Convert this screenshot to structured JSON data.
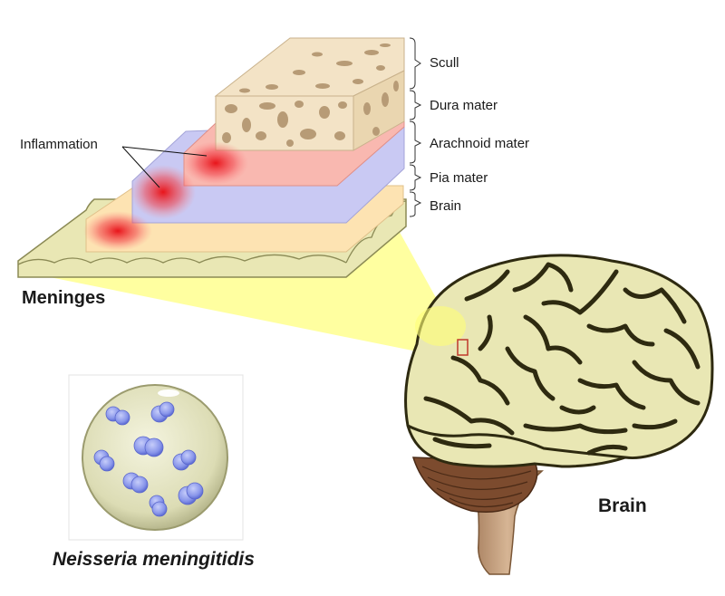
{
  "labels": {
    "layers": [
      "Scull",
      "Dura mater",
      "Arachnoid mater",
      "Pia mater",
      "Brain"
    ],
    "inflammation": "Inflammation",
    "meninges": "Meninges",
    "brain": "Brain",
    "bacterium": "Neisseria meningitidis"
  },
  "colors": {
    "skull_bone": "#f3e3c6",
    "skull_pores": "#b79b76",
    "dura": "#f9b8b0",
    "arachnoid": "#c9c9f3",
    "pia": "#fde3b2",
    "brain_tissue": "#e9e7b4",
    "brain_sulci": "#2e2a10",
    "cerebellum": "#7c4b2e",
    "brainstem": "#c8a382",
    "inflammation": "#e8141a",
    "magnifier": "#ffff77",
    "bacteria": "#8c99ee",
    "petri_dish": "#e8e8c9"
  }
}
